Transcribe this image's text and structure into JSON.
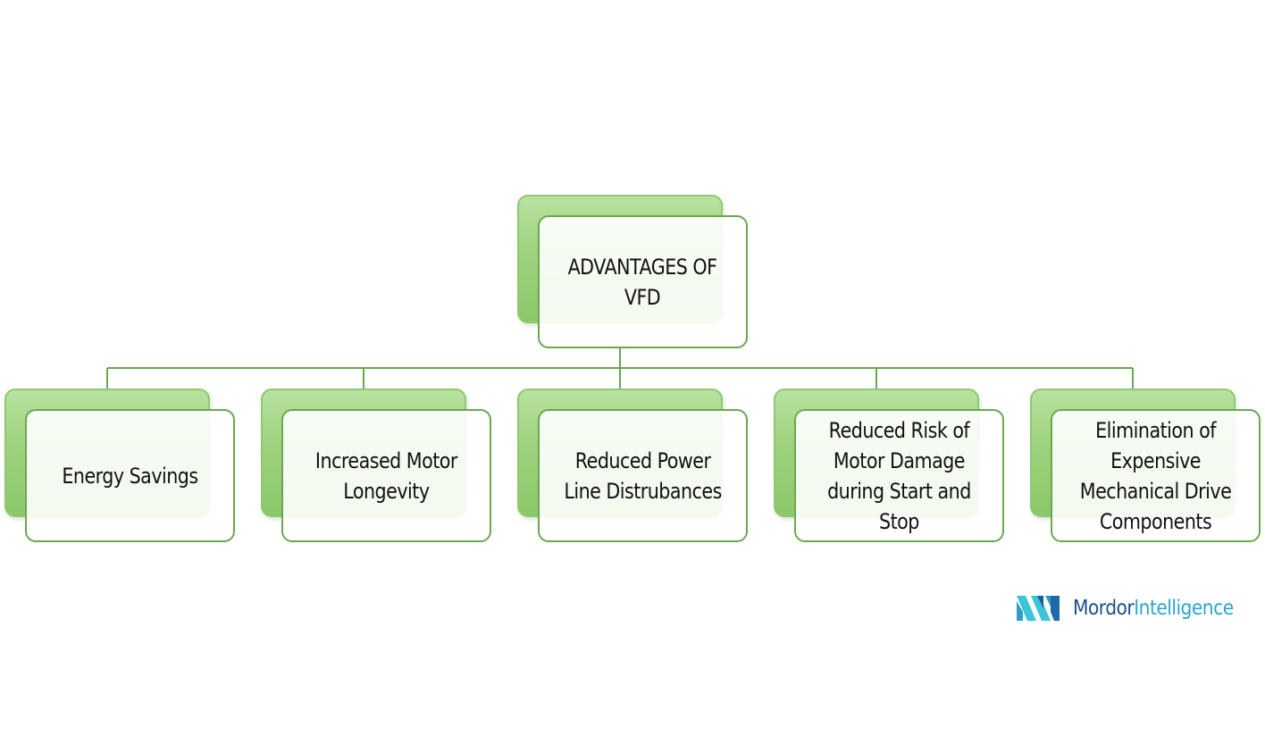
{
  "diagram": {
    "root": {
      "label": "ADVANTAGES OF\nVFD"
    },
    "children": [
      {
        "label": "Energy Savings"
      },
      {
        "label": "Increased Motor\nLongevity"
      },
      {
        "label": "Reduced Power\nLine Distrubances"
      },
      {
        "label": "Reduced Risk of\nMotor Damage\nduring Start and\nStop"
      },
      {
        "label": "Elimination of\nExpensive\nMechanical Drive\nComponents"
      }
    ],
    "colors": {
      "connector": "#6aa84f",
      "back_box": "#9dd27d",
      "front_border": "#6aa84f"
    }
  },
  "brand": {
    "name_part1": "Mordor",
    "name_part2": "Intelligence",
    "logo_icon": "mordor-intelligence-logo-icon"
  }
}
